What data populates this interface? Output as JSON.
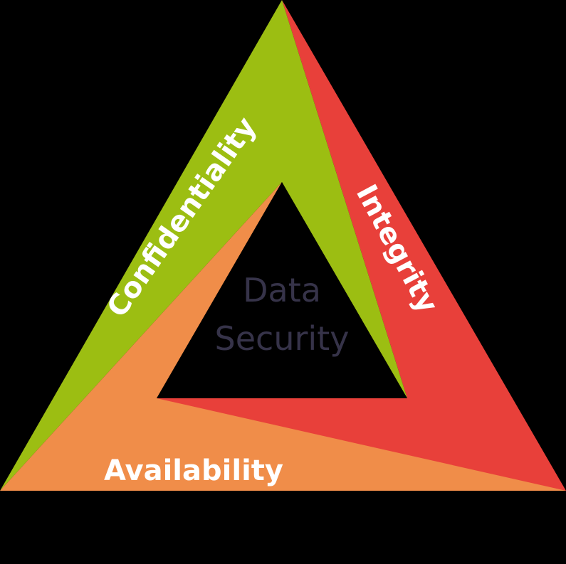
{
  "diagram": {
    "center_label": {
      "line1": "Data",
      "line2": "Security"
    },
    "segments": {
      "confidentiality": {
        "label": "Confidentiality",
        "color": "#9cbe12"
      },
      "integrity": {
        "label": "Integrity",
        "color": "#e8403a"
      },
      "availability": {
        "label": "Availability",
        "color": "#f08d49"
      }
    },
    "colors": {
      "background": "#000000",
      "center_text": "#363349",
      "label_text": "#ffffff"
    }
  }
}
